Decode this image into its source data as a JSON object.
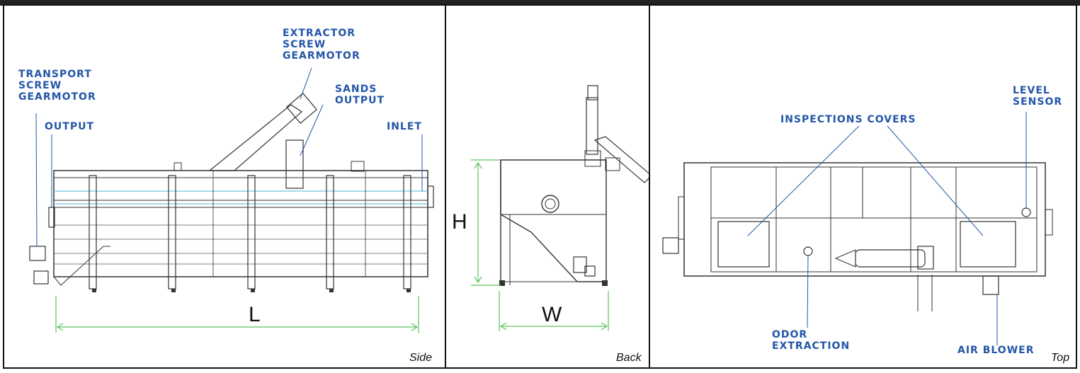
{
  "colors": {
    "label": "#2356a8",
    "dimension": "#5cc25c",
    "line": "#333333",
    "water": "#6ec3e0"
  },
  "side": {
    "view_name": "Side",
    "labels": {
      "extractor": "EXTRACTOR\nSCREW\nGEARMOTOR",
      "transport": "TRANSPORT\nSCREW\nGEARMOTOR",
      "sands": "SANDS\nOUTPUT",
      "output": "OUTPUT",
      "inlet": "INLET"
    },
    "dimension": "L"
  },
  "back": {
    "view_name": "Back",
    "dim_height": "H",
    "dim_width": "W"
  },
  "top": {
    "view_name": "Top",
    "labels": {
      "level": "LEVEL\nSENSOR",
      "inspections": "INSPECTIONS COVERS",
      "odor": "ODOR\nEXTRACTION",
      "air": "AIR BLOWER"
    }
  }
}
